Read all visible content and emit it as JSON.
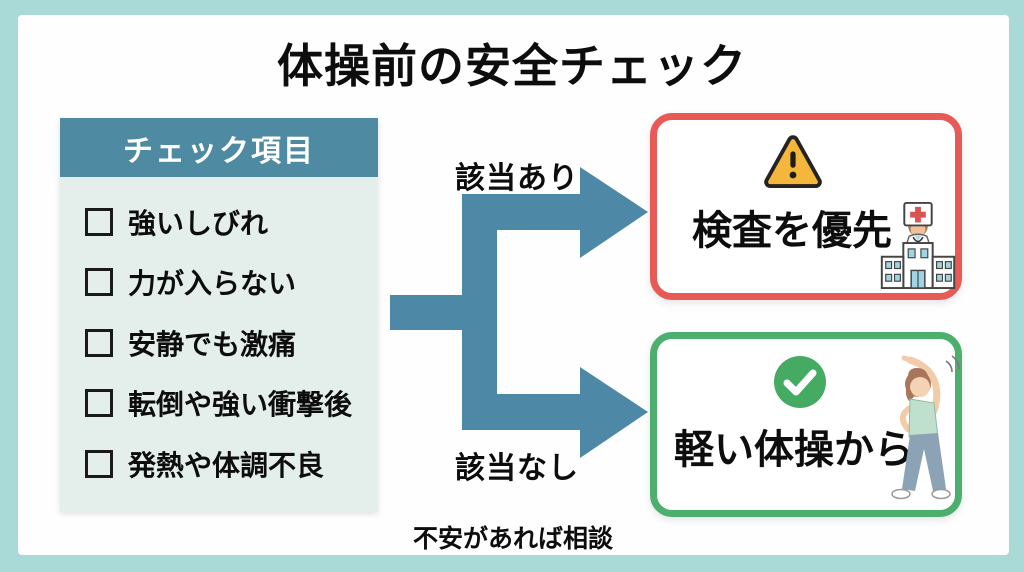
{
  "title": "体操前の安全チェック",
  "checklist": {
    "header": "チェック項目",
    "items": [
      {
        "label": "強いしびれ"
      },
      {
        "label": "力が入らない"
      },
      {
        "label": "安静でも激痛"
      },
      {
        "label": "転倒や強い衝撃後"
      },
      {
        "label": "発熱や体調不良"
      }
    ]
  },
  "branches": {
    "yes": "該当あり",
    "no": "該当なし"
  },
  "outcomes": {
    "danger": {
      "title": "検査を優先",
      "icon": "warning-icon"
    },
    "safe": {
      "title": "軽い体操から",
      "icon": "check-circle-icon"
    }
  },
  "footer": {
    "note": "不安があれば相談"
  },
  "colors": {
    "page_background": "#a9dad7",
    "panel": "#fefefe",
    "checklist_header": "#4f8aa3",
    "checklist_body": "#e4efec",
    "arrow": "#4d89a6",
    "danger_border": "#e85a55",
    "safe_border": "#4caf6e",
    "warning_fill": "#f4b63b",
    "check_fill": "#46ab62",
    "text": "#0d0d0d"
  }
}
